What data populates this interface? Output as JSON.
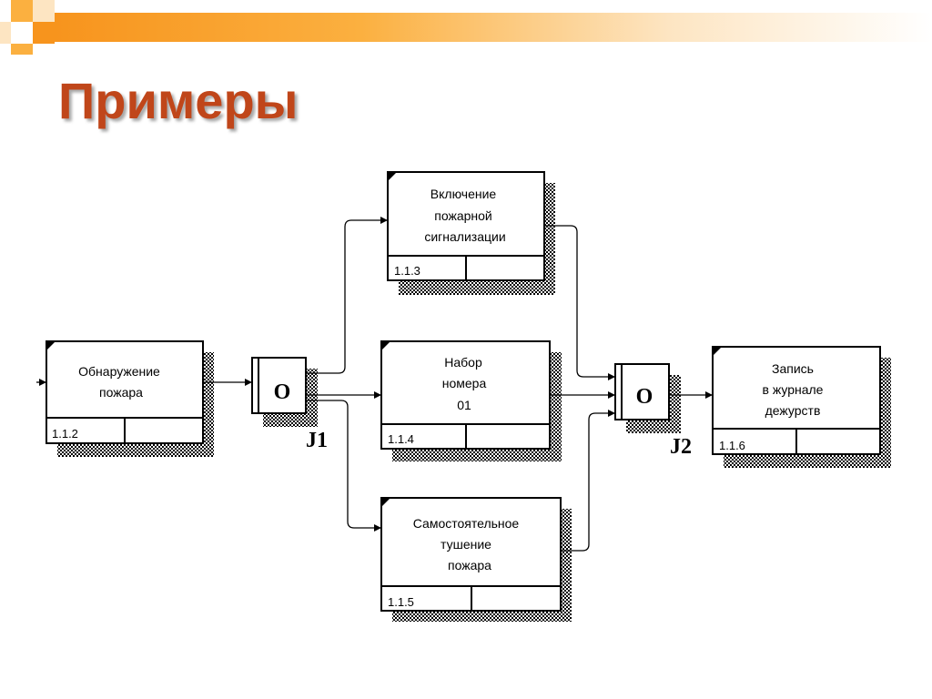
{
  "slide": {
    "title": "Примеры"
  },
  "diagram": {
    "boxes": {
      "b112": {
        "lines": [
          "Обнаружение",
          "пожара"
        ],
        "id": "1.1.2"
      },
      "b113": {
        "lines": [
          "Включение",
          "пожарной",
          "сигнализации"
        ],
        "id": "1.1.3"
      },
      "b114": {
        "lines": [
          "Набор",
          "номера",
          "01"
        ],
        "id": "1.1.4"
      },
      "b115": {
        "lines": [
          "Самостоятельное",
          "тушение",
          "пожара"
        ],
        "id": "1.1.5"
      },
      "b116": {
        "lines": [
          "Запись",
          "в журнале",
          "дежурств"
        ],
        "id": "1.1.6"
      }
    },
    "junctions": {
      "j1": {
        "type": "O",
        "label": "J1"
      },
      "j2": {
        "type": "O",
        "label": "J2"
      }
    }
  }
}
